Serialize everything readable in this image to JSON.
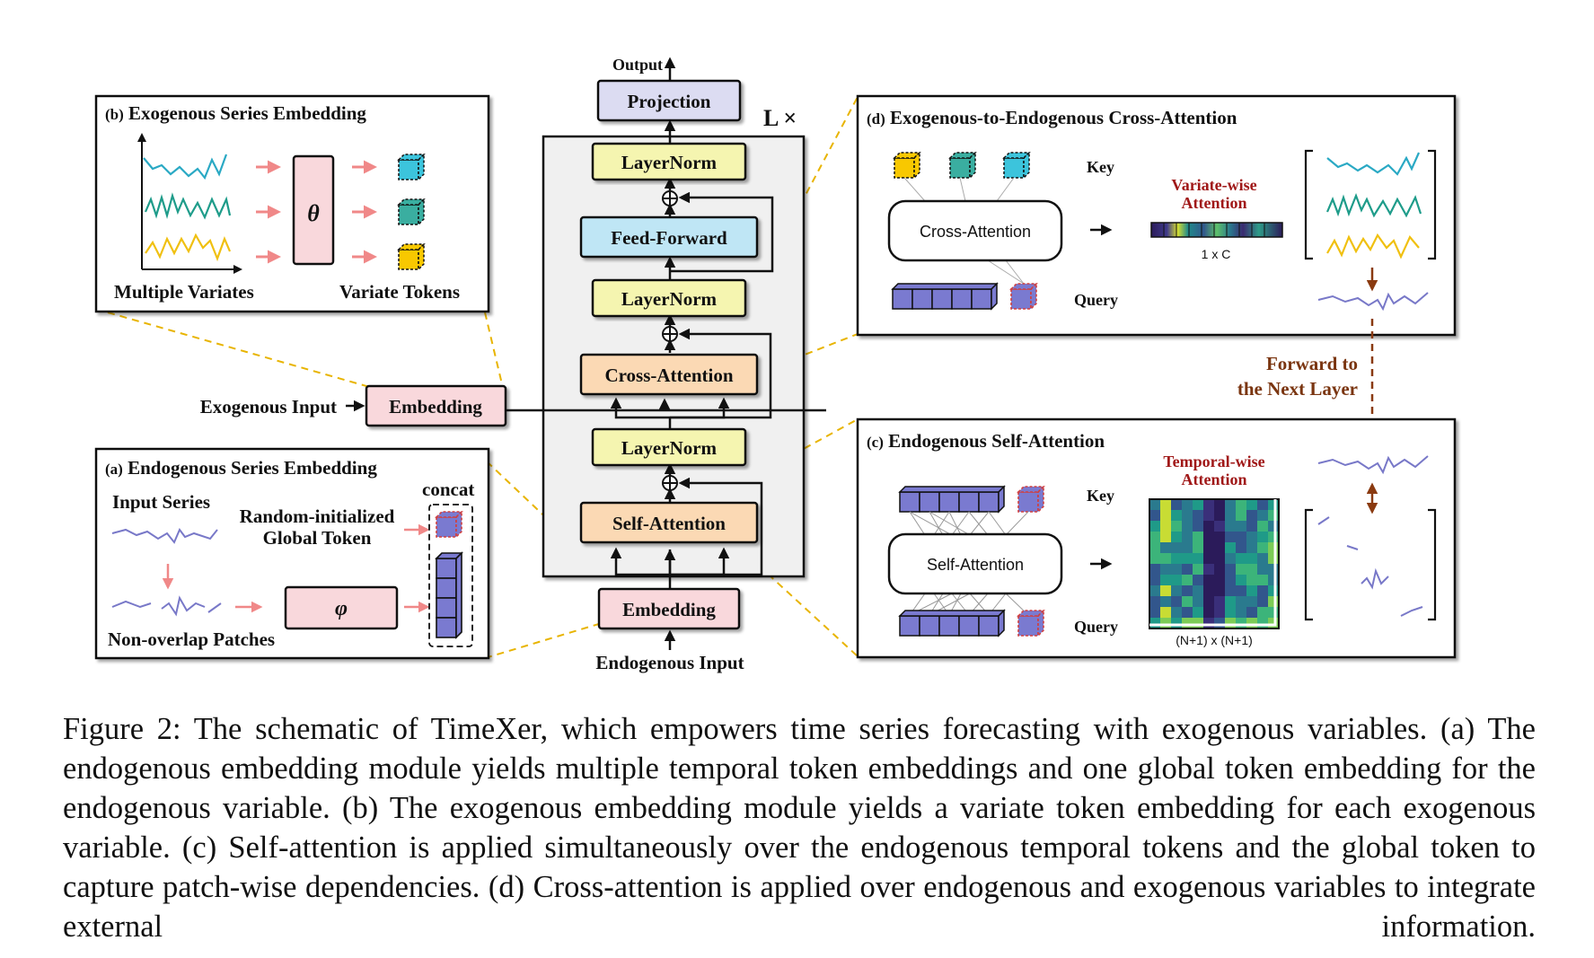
{
  "core": {
    "output": "Output",
    "projection": "Projection",
    "repeat": "L ×",
    "layernorm_top": "LayerNorm",
    "feed_forward": "Feed-Forward",
    "layernorm_mid": "LayerNorm",
    "cross_attention": "Cross-Attention",
    "layernorm_low": "LayerNorm",
    "self_attention": "Self-Attention",
    "endo_embedding": "Embedding",
    "endo_input": "Endogenous Input",
    "exo_input": "Exogenous Input",
    "exo_embedding": "Embedding"
  },
  "panel_b": {
    "title_tag": "(b)",
    "title": "Exogenous Series Embedding",
    "theta": "θ",
    "left_caption": "Multiple Variates",
    "right_caption": "Variate Tokens"
  },
  "panel_a": {
    "title_tag": "(a)",
    "title": "Endogenous Series Embedding",
    "input_series": "Input Series",
    "global_token_1": "Random-initialized",
    "global_token_2": "Global Token",
    "concat": "concat",
    "phi": "φ",
    "patches": "Non-overlap Patches"
  },
  "panel_d": {
    "title_tag": "(d)",
    "title": "Exogenous-to-Endogenous Cross-Attention",
    "module": "Cross-Attention",
    "key": "Key",
    "query": "Query",
    "attn_1": "Variate-wise",
    "attn_2": "Attention",
    "attn_size": "1 x C"
  },
  "forward": {
    "line_1": "Forward to",
    "line_2": "the Next Layer"
  },
  "panel_c": {
    "title_tag": "(c)",
    "title": "Endogenous Self-Attention",
    "module": "Self-Attention",
    "key": "Key",
    "query": "Query",
    "attn_1": "Temporal-wise",
    "attn_2": "Attention",
    "attn_size": "(N+1) x (N+1)"
  },
  "caption": "Figure 2: The schematic of TimeXer, which empowers time series forecasting with exogenous variables. (a) The endogenous embedding module yields multiple temporal token embeddings and one global token embedding for the endogenous variable. (b) The exogenous embedding module yields a variate token embedding for each exogenous variable. (c) Self-attention is applied simultaneously over the endogenous temporal tokens and the global token to capture patch-wise dependencies. (d) Cross-attention is applied over endogenous and exogenous variables to integrate external information.",
  "colors": {
    "projection_fill": "#dcdcf2",
    "layernorm_fill": "#f5f5b0",
    "feedforward_fill": "#bfe6f5",
    "attention_fill": "#fbd9b4",
    "embedding_fill": "#f9d8dc",
    "block_fill": "#f0f0f0",
    "dashed_link": "#e8b400",
    "series_blue": "#2aa9c4",
    "series_teal": "#1e9c8a",
    "series_yellow": "#f0c010",
    "series_purple": "#7878c8",
    "token_cyan": "#3cc4dc",
    "token_teal": "#3aaea0",
    "token_yellow": "#f8c800",
    "token_purple": "#7a7ad0",
    "arrow_pink": "#f08888",
    "arrow_brown": "#8a3a10"
  }
}
